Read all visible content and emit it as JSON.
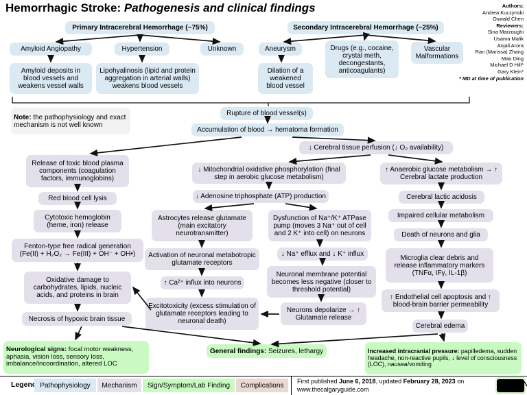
{
  "title": {
    "main": "Hemorrhagic Stroke: ",
    "sub": "Pathogenesis and clinical findings"
  },
  "credits": {
    "authors_label": "Authors:",
    "authors": [
      "Andrea Kuczynski",
      "Oswald Chen"
    ],
    "reviewers_label": "Reviewers:",
    "reviewers": [
      "Sina Marzoughi",
      "Usama Malik",
      "Anjali Arora",
      "Ran (Marissa) Zhang",
      "Mao Ding",
      "Michael D Hill*",
      "Gary Klein*"
    ],
    "footnote": "* MD at time of publication"
  },
  "colors": {
    "pathophysiology": "#dbe9f3",
    "mechanism": "#e3e0ec",
    "sign_symptom": "#c9fac2",
    "complications": "#e8d9d2",
    "note_box": "#f2f2f2"
  },
  "nodes": {
    "primaryHeader": {
      "text": "Primary Intracerebral Hemorrhage  (~75%)"
    },
    "secondaryHeader": {
      "text": "Secondary Intracerebral Hemorrhage (~25%)"
    },
    "amyloidAngiopathy": {
      "text": "Amyloid Angiopathy"
    },
    "hypertension": {
      "text": "Hypertension"
    },
    "unknown": {
      "text": "Unknown"
    },
    "aneurysm": {
      "text": "Aneurysm"
    },
    "drugs": {
      "text": "Drugs (e.g., cocaine, crystal meth, decongestants, anticoagulants)"
    },
    "vascularMalformations": {
      "text": "Vascular Malformations"
    },
    "amyloidDeposits": {
      "text": "Amyloid deposits in blood vessels and weakens vessel walls"
    },
    "lipohyalinosis": {
      "text": "Lipohyalinosis (lipid and protein aggregation in arterial walls) weakens blood vessels"
    },
    "dilation": {
      "text": "Dilation of a weakened blood vessel"
    },
    "note": {
      "prefix": "Note:",
      "rest": " the pathophysiology and exact mechanism is not well known"
    },
    "rupture": {
      "text": "Rupture of blood vessel(s)"
    },
    "accumulation": {
      "text": "Accumulation of blood →  hematoma formation"
    },
    "perfusion": {
      "text": "↓ Cerebral tissue perfusion (↓ O₂ availability)"
    },
    "toxicRelease": {
      "text": "Release of toxic blood plasma components (coagulation factors, immunoglobins)"
    },
    "rbcLysis": {
      "text": "Red blood cell lysis"
    },
    "cytotoxicHb": {
      "text": "Cytotoxic hemoglobin (heme, iron) release"
    },
    "fenton": {
      "text": "Fenton-type free radical generation (Fe(II) + H₂O₂ → Fe(III) + OH⁻ + OH•)"
    },
    "oxidativeDamage": {
      "text": "Oxidative damage to carbohydrates, lipids, nucleic acids, and proteins in brain"
    },
    "necrosis": {
      "text": "Necrosis of hypoxic brain tissue"
    },
    "neuroSigns": {
      "prefix": "Neurological signs:",
      "rest": " focal motor weakness, aphasia, vision loss, sensory loss, imbalance/incoordination, altered LOC"
    },
    "mitochondrial": {
      "text": "↓ Mitochondrial oxidative phosphorylation (final step in aerobic glucose metabolism)"
    },
    "atp": {
      "text": "↓ Adenosine triphosphate (ATP) production"
    },
    "astrocytes": {
      "text": "Astrocytes release glutamate (main excitatory neurotransmitter)"
    },
    "activation": {
      "text": "Activation of neuronal metabotropic glutamate receptors"
    },
    "caInflux": {
      "text": "↑ Ca²⁺ influx into neurons"
    },
    "excitotoxicity": {
      "text": "Excitotoxicity (excess stimulation of glutamate receptors leading to neuronal death)"
    },
    "dysfunction": {
      "text": "Dysfunction of Na⁺/K⁺ ATPase pump (moves 3 Na⁺ out of cell and 2 K⁺ into cell) on neurons"
    },
    "efflux": {
      "text": "↓ Na⁺ efflux and ↓ K⁺ influx"
    },
    "membrane": {
      "text": "Neuronal membrane potential becomes less negative (closer to threshold potential)"
    },
    "depolarize": {
      "text": "Neurons depolarize → ↑ Glutamate release"
    },
    "anaerobic": {
      "text": "↑ Anaerobic glucose metabolism → ↑ Cerebral lactate production"
    },
    "lacticAcidosis": {
      "text": "Cerebral lactic acidosis"
    },
    "impairedMetabolism": {
      "text": "Impaired cellular metabolism"
    },
    "deathNeurons": {
      "text": "Death of neurons and glia"
    },
    "microglia": {
      "text": "Microglia clear debris and release inflammatory markers (TNFα, IFγ, IL-1β)"
    },
    "endothelial": {
      "text": "↑ Endothelial cell apoptosis and ↑ blood-brain barrier permeability"
    },
    "edema": {
      "text": "Cerebral edema"
    },
    "generalFindings": {
      "prefix": "General findings:",
      "rest": " Seizures, lethargy"
    },
    "icp": {
      "prefix": "Increased intracranial pressure:",
      "rest": " papilledema, sudden headache, non-reactive pupils, ↓ level of consciousness (LOC), nausea/vomiting"
    }
  },
  "legend": {
    "label": "Legend:",
    "items": [
      {
        "label": "Pathophysiology"
      },
      {
        "label": "Mechanism"
      },
      {
        "label": "Sign/Symptom/Lab Finding"
      },
      {
        "label": "Complications"
      }
    ]
  },
  "footer": {
    "pub_pre": "First published ",
    "pub_date1": "June 6, 2018",
    "pub_mid": ", updated ",
    "pub_date2": "February 28, 2023",
    "pub_post": " on",
    "pub_site": "www.thecalgaryguide.com",
    "cc_icons": [
      "cc",
      "BY",
      "NC",
      "SA"
    ]
  }
}
